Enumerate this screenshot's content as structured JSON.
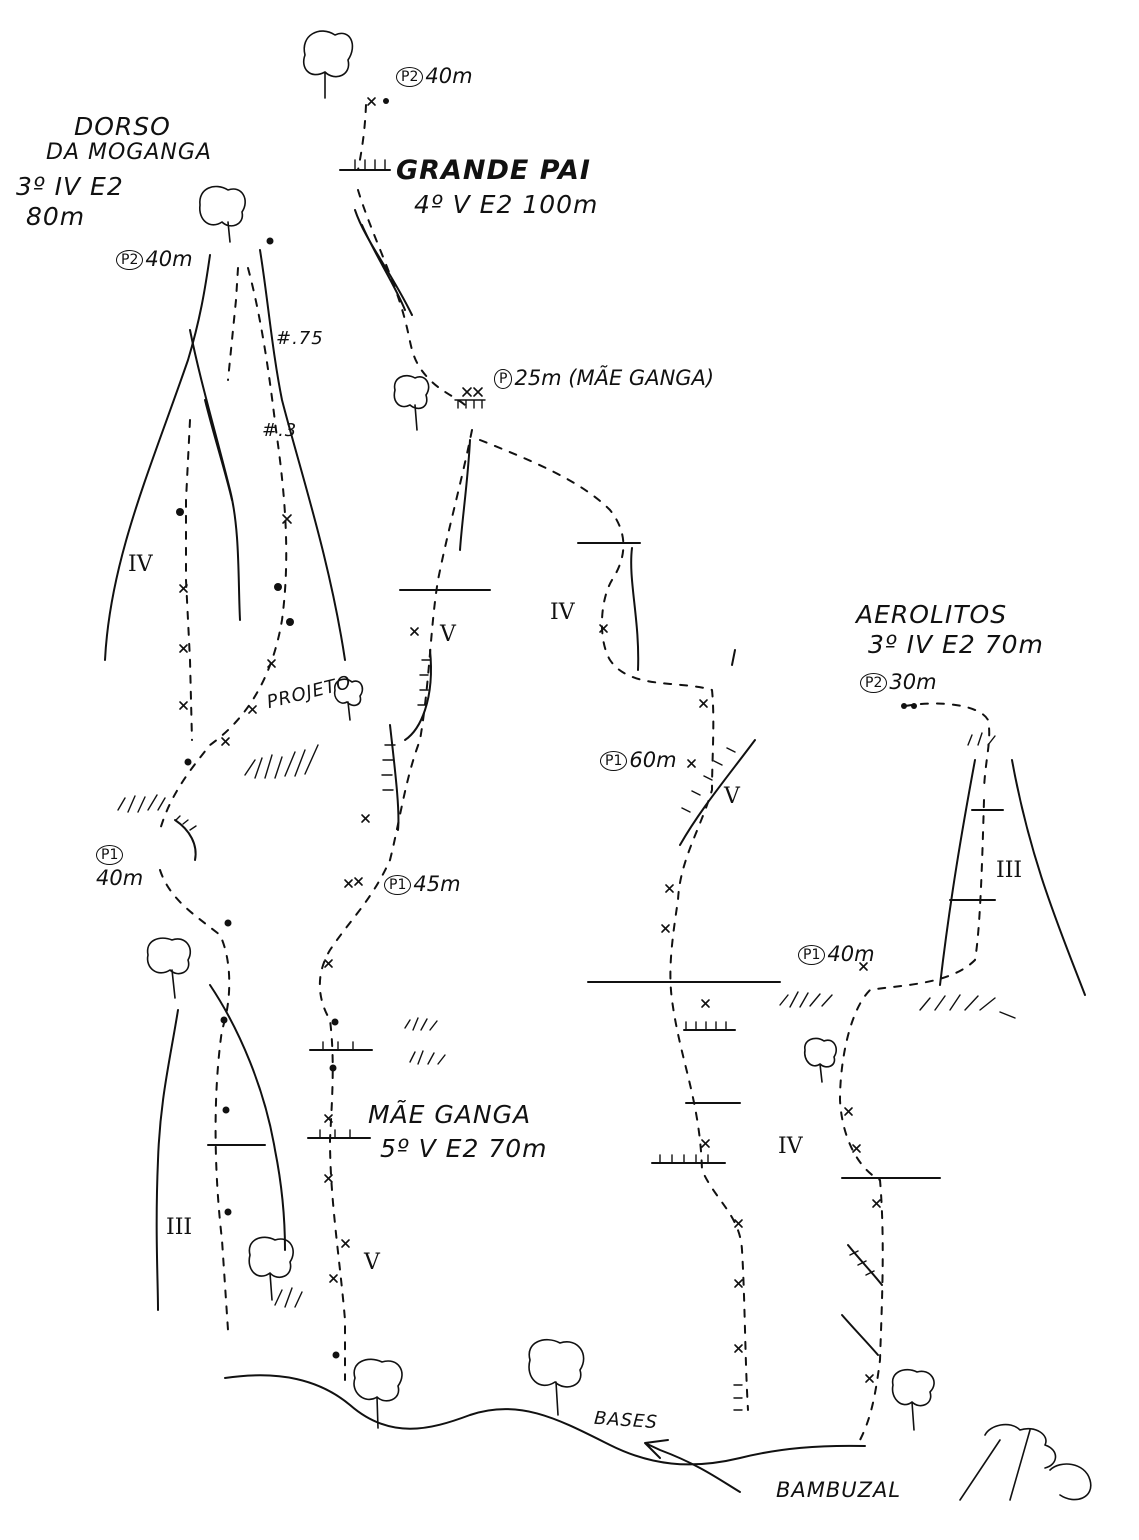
{
  "routes": {
    "dorso": {
      "name_line1": "DORSO",
      "name_line2": "DA MOGANGA",
      "grade": "3º IV E2",
      "length": "80m"
    },
    "grande_pai": {
      "name": "GRANDE PAI",
      "grade": "4º V E2 100m"
    },
    "mae_ganga": {
      "name": "MÃE GANGA",
      "grade": "5º V E2 70m"
    },
    "aerolitos": {
      "name": "AEROLITOS",
      "grade": "3º IV E2 70m"
    }
  },
  "belays": {
    "grande_pai_p2": {
      "tag": "P2",
      "text": "40m"
    },
    "dorso_p2": {
      "tag": "P2",
      "text": "40m"
    },
    "mae_ganga_p": {
      "tag": "P",
      "text": "25m (MÃE GANGA)"
    },
    "p1_60": {
      "tag": "P1",
      "text": "60m"
    },
    "p1_45": {
      "tag": "P1",
      "text": "45m"
    },
    "dorso_p1": {
      "tag": "P1",
      "text": "40m"
    },
    "aerolitos_p2": {
      "tag": "P2",
      "text": "30m"
    },
    "aerolitos_p1": {
      "tag": "P1",
      "text": "40m"
    }
  },
  "grades": {
    "g1": "IV",
    "g2": "V",
    "g3": "IV",
    "g4": "V",
    "g5": "III",
    "g6": "IV",
    "g7": "V",
    "g8": "III"
  },
  "annotations": {
    "cam75": "#.75",
    "cam3": "#.3",
    "projeto": "PROJETO",
    "bases": "BASES",
    "bambuzal": "BAMBUZAL"
  }
}
